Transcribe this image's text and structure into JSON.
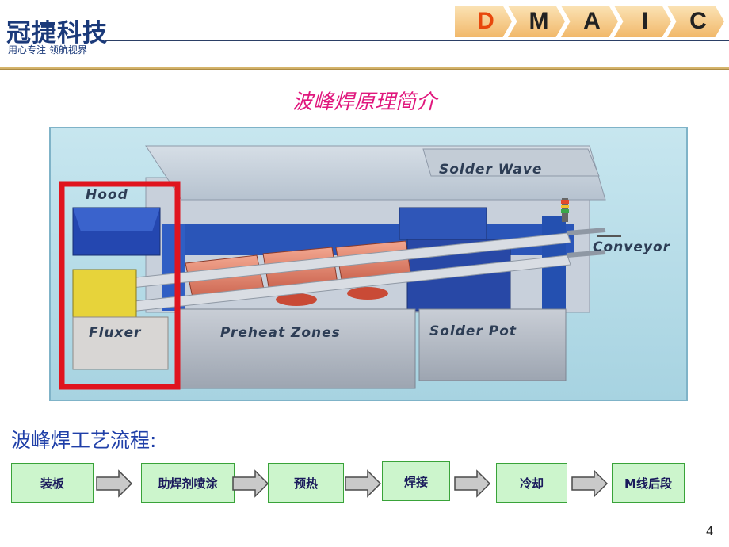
{
  "header": {
    "logo_main": "冠捷科技",
    "logo_sub": "用心专注 领航视界",
    "dmaic": [
      {
        "letter": "D",
        "active": true
      },
      {
        "letter": "M",
        "active": false
      },
      {
        "letter": "A",
        "active": false
      },
      {
        "letter": "I",
        "active": false
      },
      {
        "letter": "C",
        "active": false
      }
    ]
  },
  "title": "波峰焊原理简介",
  "diagram": {
    "labels": {
      "hood": "Hood",
      "fluxer": "Fluxer",
      "preheat": "Preheat Zones",
      "solder_wave": "Solder Wave",
      "solder_pot": "Solder Pot",
      "conveyor": "Conveyor"
    },
    "highlight_color": "#e0141e"
  },
  "process": {
    "title": "波峰焊工艺流程:",
    "steps": [
      "装板",
      "助焊剂喷涂",
      "预热",
      "焊接",
      "冷却",
      "M线后段"
    ],
    "step_color": "#ccf5cc",
    "arrow_color": "#c9c9c9"
  },
  "page_number": "4"
}
